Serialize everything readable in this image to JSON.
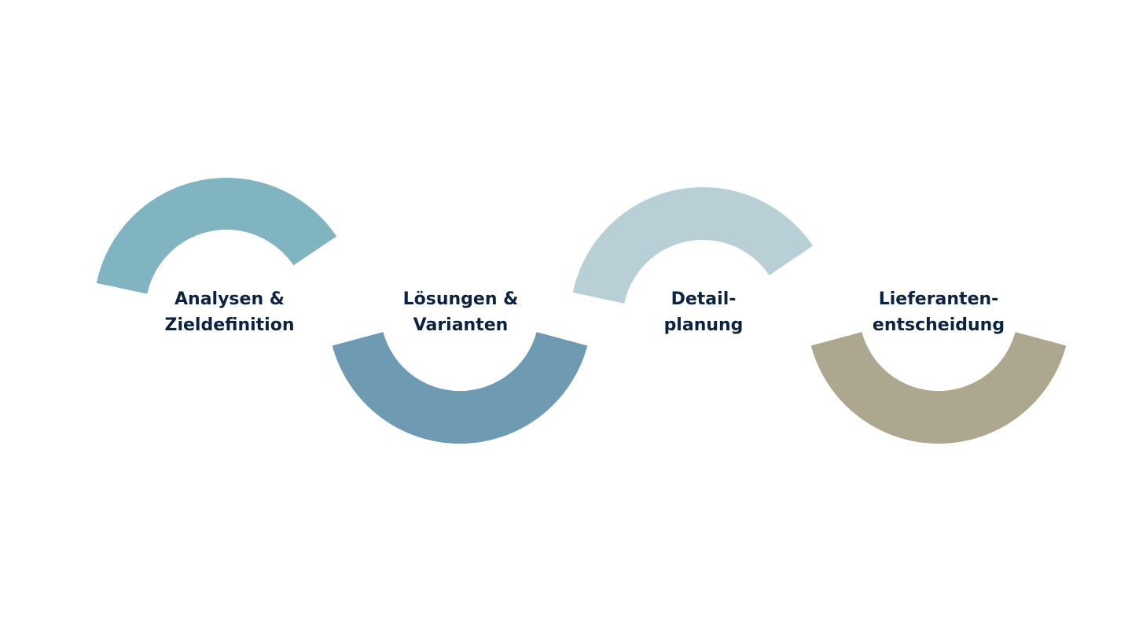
{
  "steps": [
    {
      "line1": "Analysen &",
      "line2": "Zieldefinition",
      "color": "#81b4c1",
      "arc": "top"
    },
    {
      "line1": "Lösungen &",
      "line2": "Varianten",
      "color": "#6e9bb2",
      "arc": "bottom"
    },
    {
      "line1": "Detail-",
      "line2": "planung",
      "color": "#b8cfd6",
      "arc": "top"
    },
    {
      "line1": "Lieferanten-",
      "line2": "entscheidung",
      "color": "#aea78f",
      "arc": "bottom"
    }
  ]
}
